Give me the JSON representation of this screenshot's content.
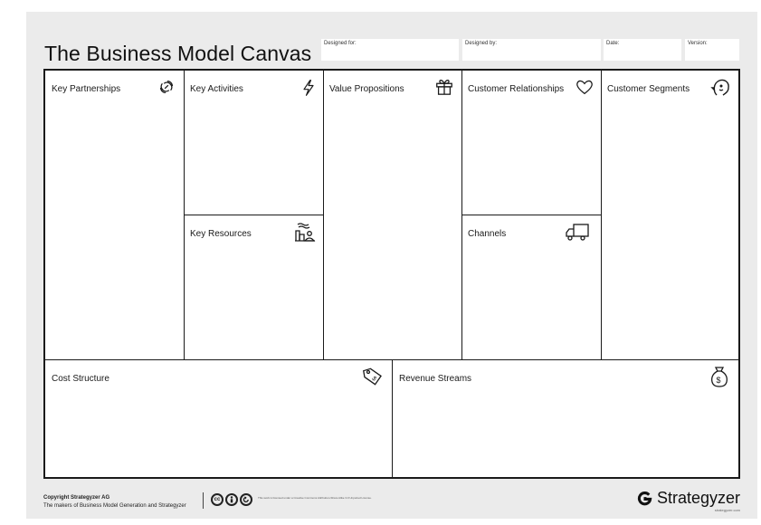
{
  "title": "The Business Model Canvas",
  "meta": {
    "designed_for": "Designed for:",
    "designed_by": "Designed by:",
    "date": "Date:",
    "version": "Version:"
  },
  "blocks": {
    "key_partnerships": "Key Partnerships",
    "key_activities": "Key Activities",
    "key_resources": "Key Resources",
    "value_propositions": "Value Propositions",
    "customer_relationships": "Customer Relationships",
    "channels": "Channels",
    "customer_segments": "Customer Segments",
    "cost_structure": "Cost Structure",
    "revenue_streams": "Revenue Streams"
  },
  "icons": {
    "key_partnerships": "chain-link-icon",
    "key_activities": "lightning-icon",
    "key_resources": "factory-worker-icon",
    "value_propositions": "gift-icon",
    "customer_relationships": "heart-icon",
    "channels": "truck-icon",
    "customer_segments": "face-icon",
    "cost_structure": "price-tag-icon",
    "revenue_streams": "money-bag-icon"
  },
  "footer": {
    "copyright": "Copyright Strategyzer AG",
    "makers": "The makers of Business Model Generation and Strategyzer",
    "license_note": "This work is licensed under a Creative Commons Attribution-Share Alike 3.0 Unported License.",
    "brand": "Strategyzer",
    "brand_url": "strategyzer.com"
  },
  "colors": {
    "background": "#ebebeb",
    "canvas": "#ffffff",
    "ink": "#1a1a1a"
  }
}
